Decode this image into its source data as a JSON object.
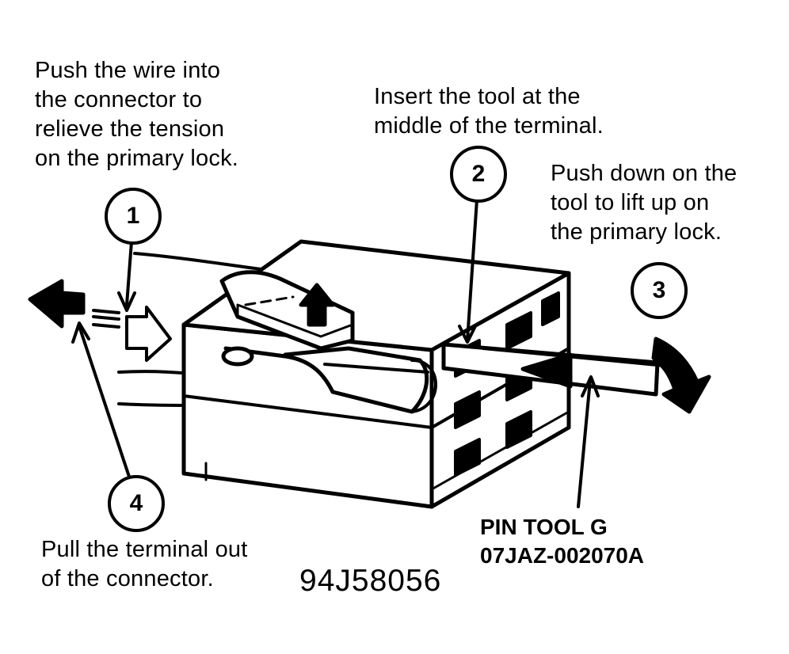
{
  "steps": [
    {
      "number": "1",
      "lines": [
        "Push the wire into",
        "the connector to",
        "relieve the tension",
        "on the primary lock."
      ]
    },
    {
      "number": "2",
      "lines": [
        "Insert the tool at the",
        "middle of the terminal."
      ]
    },
    {
      "number": "3",
      "lines": [
        "Push down on the",
        "tool to lift up on",
        "the primary lock."
      ]
    },
    {
      "number": "4",
      "lines": [
        "Pull the terminal out",
        "of the connector."
      ]
    }
  ],
  "tool_label": [
    "PIN TOOL G",
    "07JAZ-002070A"
  ],
  "figure_code": "94J58056"
}
